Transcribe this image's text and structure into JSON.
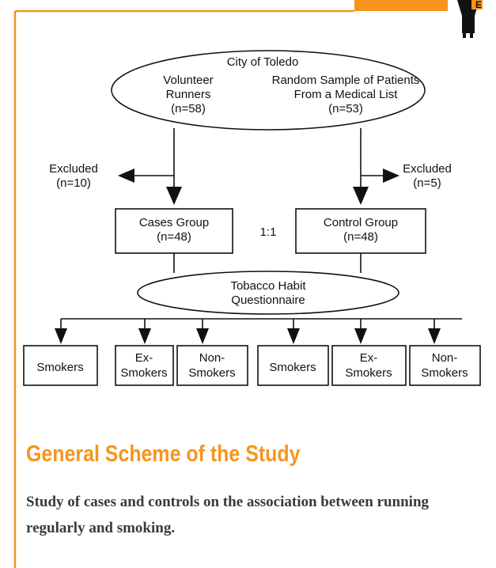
{
  "colors": {
    "accent": "#f7941d",
    "line": "#111111",
    "caption_text": "#3a3a3a"
  },
  "diagram": {
    "population": {
      "title": "City of Toledo",
      "left_source": [
        "Volunteer",
        "Runners",
        "(n=58)"
      ],
      "right_source": [
        "Random Sample of Patients",
        "From a Medical List",
        "(n=53)"
      ]
    },
    "excluded_left": [
      "Excluded",
      "(n=10)"
    ],
    "excluded_right": [
      "Excluded",
      "(n=5)"
    ],
    "cases_group": [
      "Cases Group",
      "(n=48)"
    ],
    "control_group": [
      "Control Group",
      "(n=48)"
    ],
    "ratio": "1:1",
    "questionnaire": [
      "Tobacco Habit",
      "Questionnaire"
    ],
    "outcomes_left": [
      [
        "Smokers"
      ],
      [
        "Ex-",
        "Smokers"
      ],
      [
        "Non-",
        "Smokers"
      ]
    ],
    "outcomes_right": [
      [
        "Smokers"
      ],
      [
        "Ex-",
        "Smokers"
      ],
      [
        "Non-",
        "Smokers"
      ]
    ]
  },
  "caption": {
    "title": "General Scheme of the Study",
    "text": "Study of cases and controls on the association between running regularly and smoking."
  },
  "decoration": {
    "corner_figure": "standing-figure-icon"
  }
}
